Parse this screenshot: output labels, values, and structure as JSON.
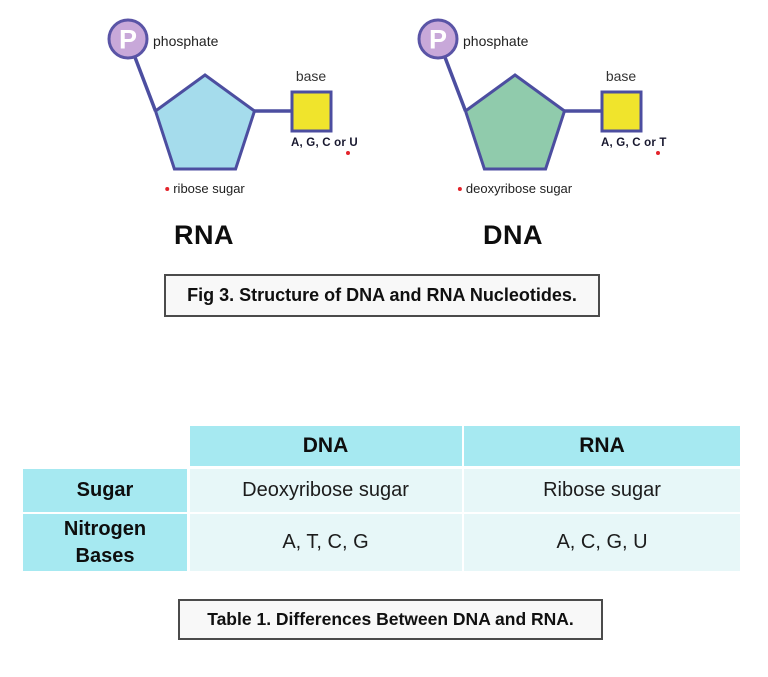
{
  "figure": {
    "caption": "Fig 3. Structure of DNA and RNA Nucleotides.",
    "nucleotides": [
      {
        "id": "rna",
        "title": "RNA",
        "phosphate_symbol": "P",
        "phosphate_label": "phosphate",
        "base_label": "base",
        "base_options": "A, G, C or U",
        "sugar_label": "ribose sugar",
        "sugar_fill": "#a5dcec"
      },
      {
        "id": "dna",
        "title": "DNA",
        "phosphate_symbol": "P",
        "phosphate_label": "phosphate",
        "base_label": "base",
        "base_options": "A, G, C or T",
        "sugar_label": "deoxyribose sugar",
        "sugar_fill": "#90cbac"
      }
    ]
  },
  "table": {
    "column_headers": [
      "DNA",
      "RNA"
    ],
    "rows": [
      {
        "header": "Sugar",
        "cells": [
          "Deoxyribose sugar",
          "Ribose sugar"
        ]
      },
      {
        "header": "Nitrogen Bases",
        "cells": [
          "A, T, C, G",
          "A, C, G, U"
        ]
      }
    ],
    "caption": "Table 1. Differences Between DNA and RNA."
  },
  "colors": {
    "outline_indigo": "#4c4ea0",
    "phosphate_fill": "#c8a8d9",
    "phosphate_stroke": "#5a54a6",
    "base_square_fill": "#f0e42c",
    "rna_pentagon_fill": "#a5dcec",
    "dna_pentagon_fill": "#90cbac",
    "marker_red": "#e3242b",
    "table_header_bg": "#a6e9f1",
    "table_cell_bg": "#e7f7f8"
  }
}
